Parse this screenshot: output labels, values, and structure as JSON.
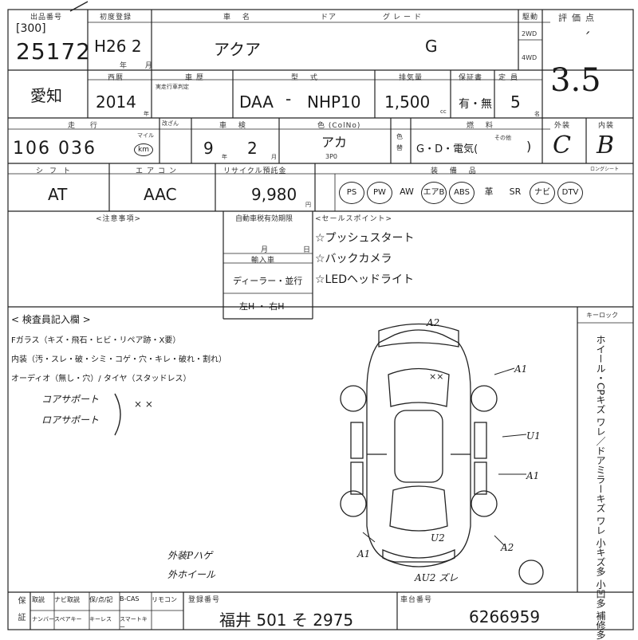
{
  "header": {
    "lot_label": "出品番号",
    "lot_prefix": "[300]",
    "lot_no": "25172",
    "first_reg_label": "初度登録",
    "first_reg": "H26 2",
    "first_reg_sub": "年 月",
    "car_name_label": "車 名",
    "car_name": "アクア",
    "door_label": "ドア",
    "grade_label": "グレード",
    "grade": "G",
    "drive_label": "駆動",
    "drive_2wd": "2WD",
    "drive_4wd": "4WD",
    "score_label": "評価点",
    "score": "3.5",
    "score_tick": "′"
  },
  "row2": {
    "region": "愛知",
    "year_label": "西暦",
    "year": "2014",
    "year_unit": "年",
    "model_year_label": "車 歴",
    "model_year_sub": "実走行車判定",
    "type_label": "型 式",
    "type_prefix": "DAA",
    "type_dash": "-",
    "type_code": "NHP10",
    "disp_label": "排気量",
    "displacement": "1,500",
    "disp_unit": "cc",
    "cert_label": "保証書",
    "cert": "有・無",
    "seats_label": "定員",
    "seats": "5",
    "seats_unit": "名"
  },
  "row3": {
    "mileage_label": "走 行",
    "mileage": "106 036",
    "mileage_unit": "km",
    "mileage_sub": "マイル",
    "meter_label": "改ざん",
    "inspection_label": "車 検",
    "insp_year": "9",
    "insp_year_unit": "年",
    "insp_month": "2",
    "insp_month_unit": "月",
    "color_label": "色 (ColNo)",
    "color": "アカ",
    "color_code": "3P0",
    "color_change": "色替",
    "fuel_label": "燃 料",
    "fuel": "G・D・電気(",
    "fuel_other": "その他",
    "fuel_close": ")",
    "ext_label": "外装",
    "ext_grade": "C",
    "int_label": "内装",
    "int_grade": "B"
  },
  "row4": {
    "shift_label": "シフト",
    "shift": "AT",
    "ac_label": "エアコン",
    "ac": "AAC",
    "recycle_label": "リサイクル預託金",
    "recycle": "9,980",
    "recycle_unit": "円",
    "equip_label": "装 備 品",
    "equip_circled": [
      "PS",
      "PW",
      "エアB",
      "ABS",
      "ナビ",
      "DTV"
    ],
    "equip_all": [
      "PS",
      "PW",
      "AW",
      "エアB",
      "ABS",
      "革",
      "SR",
      "ナビ",
      "DTV"
    ],
    "seat_label": "ロングシート"
  },
  "row5": {
    "notes_label": "<注意事項>",
    "insp_until_label": "自動車税有効期限",
    "insp_month": "月",
    "insp_day": "日",
    "import_label": "輸入車",
    "dealer": "ディーラー・並行",
    "handle": "左H ・ 右H",
    "sales_label": "<セールスポイント>",
    "sales_points": [
      "☆プッシュスタート",
      "☆バックカメラ",
      "☆LEDヘッドライト"
    ]
  },
  "inspection": {
    "title": "< 検査員記入欄 >",
    "glass_line": "Fガラス（キズ・飛石・ヒビ・リペア跡・X要）",
    "interior_line": "内装（汚・スレ・破・シミ・コゲ・穴・キレ・破れ・割れ）",
    "audio_line": "オーディオ（無し・穴）/ タイヤ（スタッドレス）",
    "core_support_1": "コアサポート",
    "core_support_2": "ロアサポート",
    "core_mark": "× ×",
    "notes": [
      "外装Pハゲ",
      "外ホイール"
    ],
    "keyless_label": "キーロック",
    "side_note": "ホイール・CPキズ ワレ／ドアミラーキズ ワレ 小キズ多 小凹多 補修多"
  },
  "diagram": {
    "marks": [
      "A2",
      "××",
      "A1",
      "U1",
      "A1",
      "U2",
      "A1",
      "A2",
      "AU2 ズレ"
    ]
  },
  "footer": {
    "labels_left": [
      "取説",
      "ナビ取説",
      "保/点/記",
      "B-CAS",
      "リモコン"
    ],
    "labels_left2": [
      "ナンバー",
      "スペアキー",
      "キーレス",
      "スマートキー"
    ],
    "col_label": "保 証",
    "plate_label": "登録番号",
    "plate": "福井 501 そ 2975",
    "vin_label": "車台番号",
    "vin": "6266959"
  }
}
